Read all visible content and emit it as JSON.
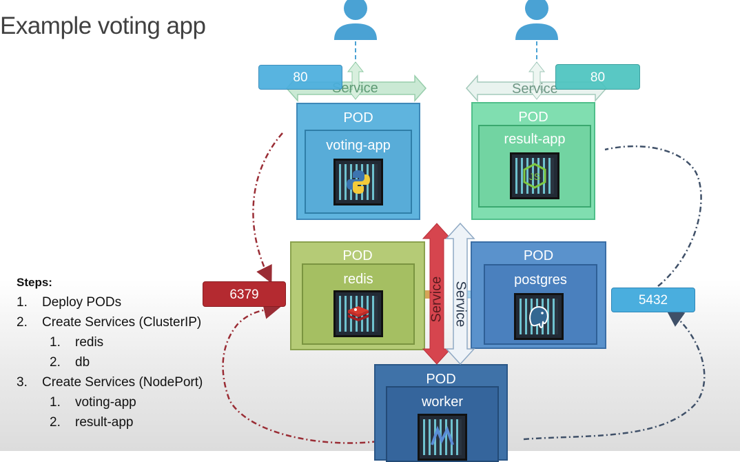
{
  "title": "Example voting app",
  "steps": {
    "heading": "Steps:",
    "items": [
      {
        "num": "1.",
        "text": "Deploy PODs"
      },
      {
        "num": "2.",
        "text": "Create Services (ClusterIP)",
        "sub": [
          {
            "num": "1.",
            "text": "redis"
          },
          {
            "num": "2.",
            "text": "db"
          }
        ]
      },
      {
        "num": "3.",
        "text": "Create Services (NodePort)",
        "sub": [
          {
            "num": "1.",
            "text": "voting-app"
          },
          {
            "num": "2.",
            "text": "result-app"
          }
        ]
      }
    ]
  },
  "pods": {
    "voting": {
      "pod_label": "POD",
      "app_label": "voting-app",
      "logo": "python-logo-icon"
    },
    "result": {
      "pod_label": "POD",
      "app_label": "result-app",
      "logo": "nodejs-logo-icon"
    },
    "redis": {
      "pod_label": "POD",
      "app_label": "redis",
      "logo": "redis-logo-icon"
    },
    "postgres": {
      "pod_label": "POD",
      "app_label": "postgres",
      "logo": "postgres-elephant-icon"
    },
    "worker": {
      "pod_label": "POD",
      "app_label": "worker",
      "logo": "dotnet-logo-icon"
    }
  },
  "ports": {
    "voting": "80",
    "result": "80",
    "redis": "6379",
    "postgres": "5432"
  },
  "services": {
    "voting": "Service",
    "result": "Service",
    "redis": "Service",
    "postgres": "Service"
  },
  "colors": {
    "voting_pod": "#5fb4de",
    "result_pod": "#7cdcaa",
    "redis_pod": "#b5cb76",
    "postgres_pod": "#4f86c2",
    "worker_pod": "#3d6fa6",
    "redis_port": "#b42a30",
    "voting_port": "#4aaede",
    "result_port": "#4cc4c0",
    "postgres_port": "#4aaede",
    "red_link": "#9a2d35",
    "blue_link": "#3f5068",
    "user": "#4aa2d4"
  }
}
